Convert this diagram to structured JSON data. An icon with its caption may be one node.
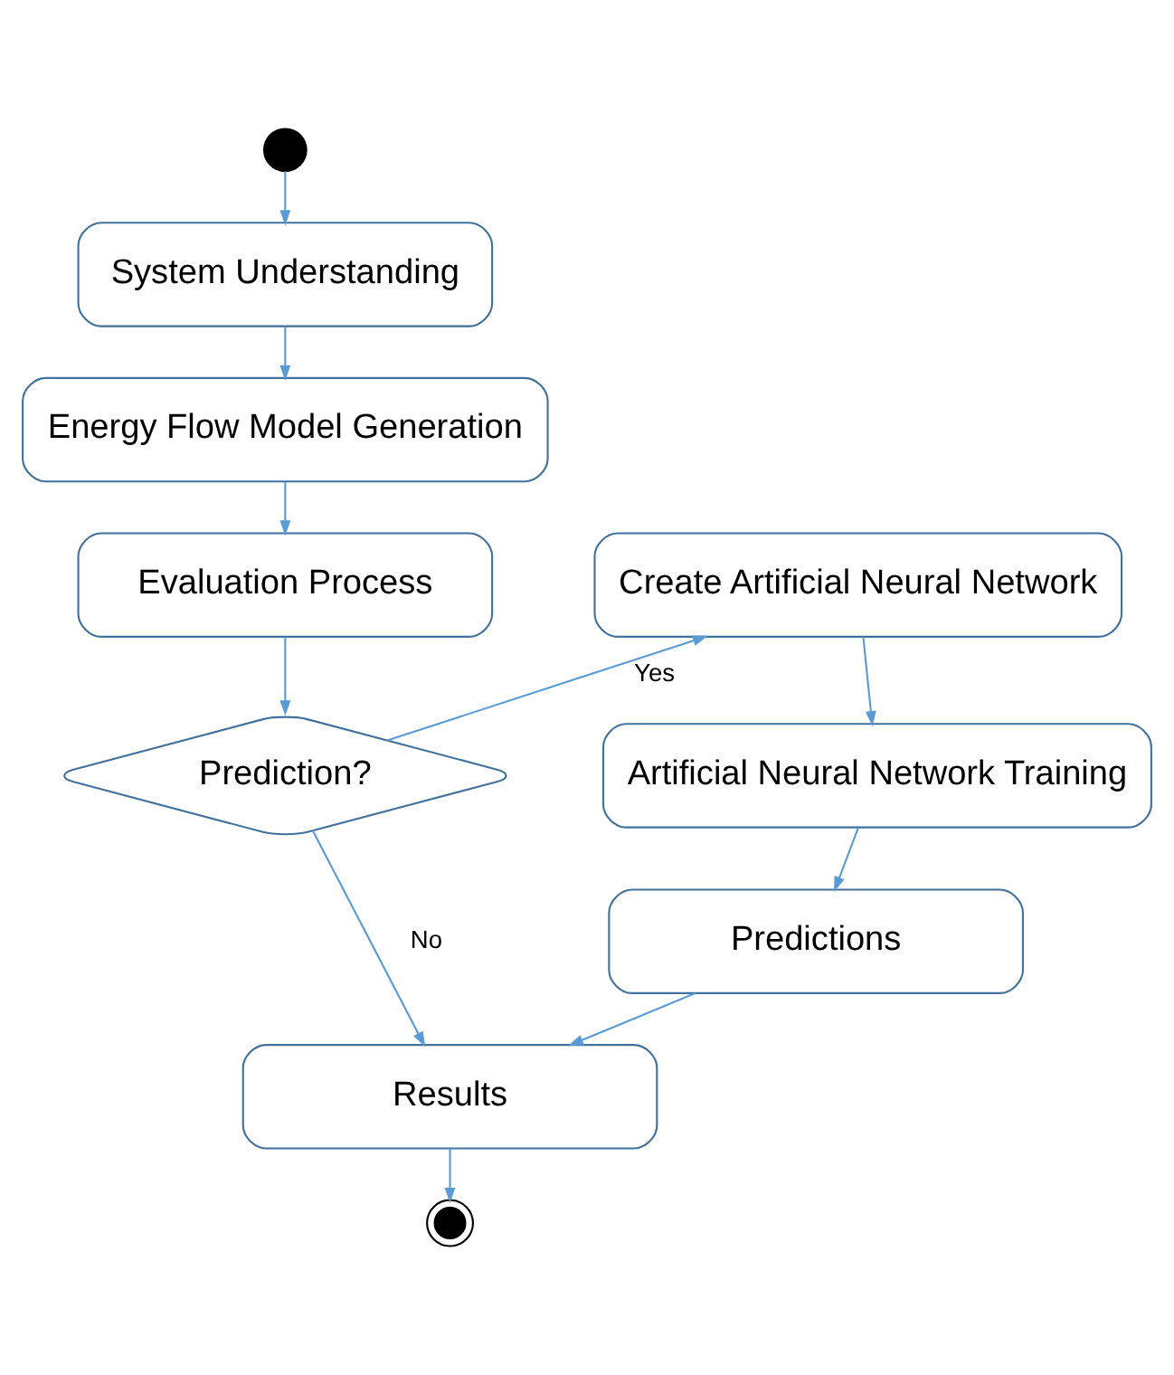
{
  "diagram": {
    "nodes": [
      {
        "text": [],
        "shape": "circle"
      },
      {
        "text": [
          "System Understanding"
        ]
      },
      {
        "text": [
          "Energy Flow Model Generation"
        ]
      },
      {
        "text": [
          "Evaluation Process"
        ]
      },
      {
        "text": [
          "Prediction?"
        ]
      },
      {
        "text": [
          "Create Artificial Neural Network"
        ]
      },
      {
        "text": [
          "Artificial Neural Network Training"
        ]
      },
      {
        "text": [
          "Predictions"
        ]
      },
      {
        "text": [
          "Results"
        ]
      },
      {
        "text": [],
        "shape": "circle"
      }
    ],
    "edges": [
      {
        "from": 0,
        "to": 1,
        "arrow": "to"
      },
      {
        "from": 1,
        "to": 2,
        "arrow": "to"
      },
      {
        "from": 2,
        "to": 3,
        "arrow": "to"
      },
      {
        "from": 3,
        "to": 4,
        "arrow": "to"
      },
      {
        "from": 4,
        "to": 5,
        "arrow": "to",
        "label": "Yes"
      },
      {
        "from": 5,
        "to": 6,
        "arrow": "to"
      },
      {
        "from": 6,
        "to": 7,
        "arrow": "to"
      },
      {
        "from": 7,
        "to": 8,
        "arrow": "to"
      },
      {
        "from": 4,
        "to": 8,
        "arrow": "to",
        "label": "No"
      },
      {
        "from": 8,
        "to": 9,
        "arrow": "to"
      }
    ]
  }
}
